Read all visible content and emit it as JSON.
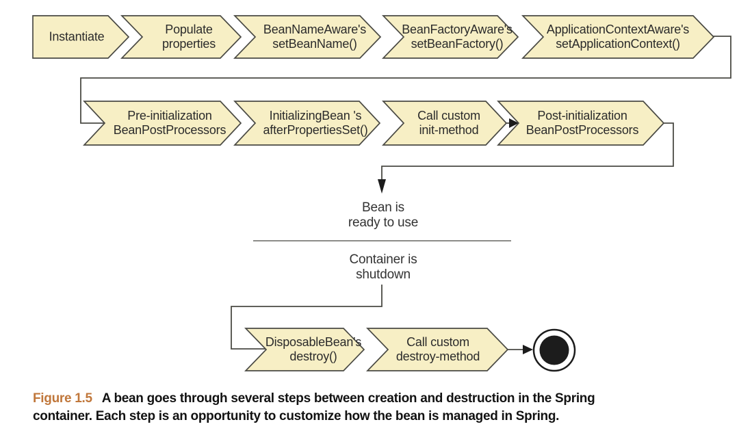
{
  "colors": {
    "shape_fill": "#F7EFC5",
    "shape_border": "#4A4A44",
    "arrow_ink": "#1C1C1C",
    "label_ink": "#2B2B2B",
    "caption_accent": "#C0773B",
    "caption_ink": "#121212",
    "separator_ink": "#666660"
  },
  "lifecycle": {
    "row1": {
      "instantiate": "Instantiate",
      "populate": "Populate\nproperties",
      "bean_name": "BeanNameAware's\nsetBeanName()",
      "bean_factory": "BeanFactoryAware's\nsetBeanFactory()",
      "app_context": "ApplicationContextAware's\nsetApplicationContext()"
    },
    "row2": {
      "pre_init": "Pre-initialization\nBeanPostProcessors",
      "initializing_bean": "InitializingBean 's\nafterPropertiesSet()",
      "init_method": "Call custom\ninit-method",
      "post_init": "Post-initialization\nBeanPostProcessors"
    },
    "states": {
      "ready": "Bean is\nready to use",
      "shutdown": "Container is\nshutdown"
    },
    "row3": {
      "disposable": "DisposableBean's\ndestroy()",
      "destroy_method": "Call custom\ndestroy-method"
    }
  },
  "caption": {
    "label": "Figure 1.5",
    "body": "A bean goes through several steps between creation and destruction in the Spring\ncontainer. Each step is an opportunity to customize how the bean is managed in Spring."
  }
}
